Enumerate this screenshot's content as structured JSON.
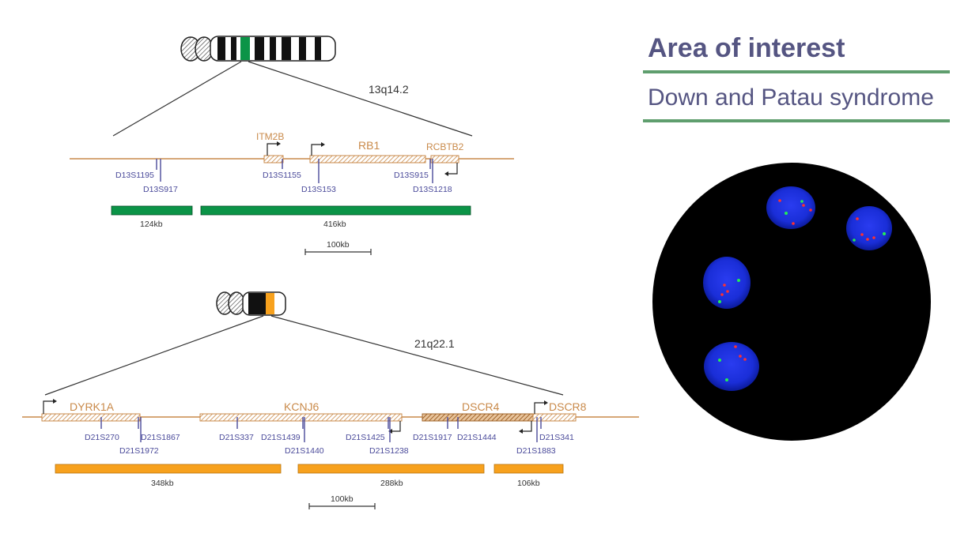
{
  "panel": {
    "heading": "Area of interest",
    "subheading": "Down and Patau syndrome"
  },
  "colors": {
    "gene": "#b07a3c",
    "gene_line": "#c98a4a",
    "marker": "#4a4a9a",
    "green_bar": "#0b9447",
    "orange_bar": "#f7a11d",
    "heading": "#555582",
    "rule": "#5f9e6e",
    "nucleus": "#1a2ed8",
    "signal_red": "#ff3030",
    "signal_green": "#22ee55"
  },
  "chr13": {
    "band": "13q14.2",
    "genes": [
      "ITM2B",
      "RB1",
      "RCBTB2"
    ],
    "markers": [
      "D13S1195",
      "D13S917",
      "D13S1155",
      "D13S153",
      "D13S915",
      "D13S1218"
    ],
    "bars": [
      "124kb",
      "416kb"
    ],
    "scale": "100kb"
  },
  "chr21": {
    "band": "21q22.1",
    "genes": [
      "DYRK1A",
      "KCNJ6",
      "DSCR4",
      "DSCR8"
    ],
    "markers": [
      "D21S270",
      "D21S1867",
      "D21S1972",
      "D21S337",
      "D21S1439",
      "D21S1440",
      "D21S1425",
      "D21S1238",
      "D21S1917",
      "D21S1444",
      "D21S341",
      "D21S1883"
    ],
    "bars": [
      "348kb",
      "288kb",
      "106kb"
    ],
    "scale": "100kb"
  }
}
